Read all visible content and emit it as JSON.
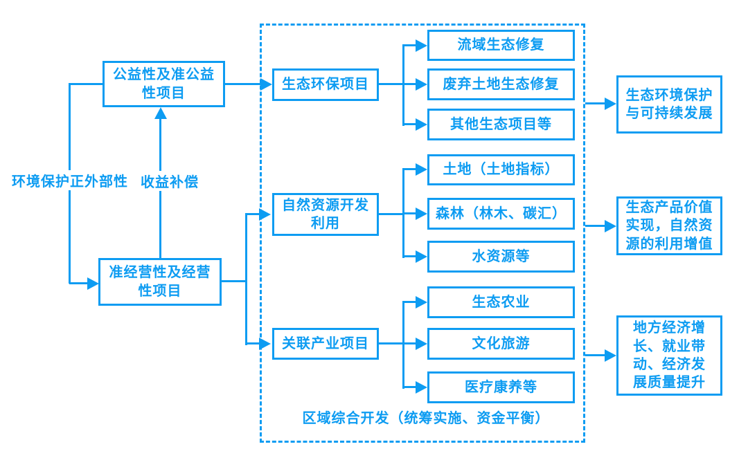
{
  "colors": {
    "accent": "#0d9cf2",
    "background": "#ffffff"
  },
  "nodes": {
    "public_welfare": {
      "label": "公益性及准公益\n性项目"
    },
    "quasi_commercial": {
      "label": "准经营性及经营\n性项目"
    },
    "eco_env_project": {
      "label": "生态环保项目"
    },
    "natural_resource_dev": {
      "label": "自然资源开发\n利用"
    },
    "related_industry": {
      "label": "关联产业项目"
    },
    "watershed_restoration": {
      "label": "流域生态修复"
    },
    "abandoned_land_restoration": {
      "label": "废弃土地生态修复"
    },
    "other_eco_projects": {
      "label": "其他生态项目等"
    },
    "land_quota": {
      "label": "土地（土地指标）"
    },
    "forest_carbon": {
      "label": "森林（林木、碳汇）"
    },
    "water_resources": {
      "label": "水资源等"
    },
    "eco_agriculture": {
      "label": "生态农业"
    },
    "culture_tourism": {
      "label": "文化旅游"
    },
    "medical_wellness": {
      "label": "医疗康养等"
    },
    "outcome_environment": {
      "label": "生态环境保护\n与可持续发展"
    },
    "outcome_value": {
      "label": "生态产品价值\n实现，自然资\n源的利用增值"
    },
    "outcome_economy": {
      "label": "地方经济增\n长、就业带\n动、经济发\n展质量提升"
    }
  },
  "annotations": {
    "positive_externality": "环境保护正外部性",
    "benefit_compensation": "收益补偿",
    "regional_development": "区域综合开发（统筹实施、资金平衡）"
  }
}
